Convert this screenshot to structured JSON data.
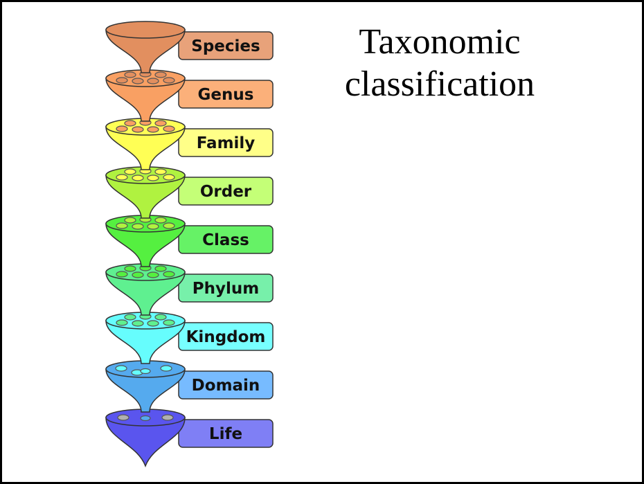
{
  "title": {
    "line1": "Taxonomic",
    "line2": "classification"
  },
  "ranks": [
    {
      "label": "Species",
      "color": "#e8a27a",
      "funnel_color": "#e28f5f",
      "holes": 0
    },
    {
      "label": "Genus",
      "color": "#fbb07a",
      "funnel_color": "#f9a063",
      "holes": 7
    },
    {
      "label": "Family",
      "color": "#ffff88",
      "funnel_color": "#ffff55",
      "holes": 7
    },
    {
      "label": "Order",
      "color": "#c4ff77",
      "funnel_color": "#b0f240",
      "holes": 7
    },
    {
      "label": "Class",
      "color": "#66f266",
      "funnel_color": "#55f040",
      "holes": 7
    },
    {
      "label": "Phylum",
      "color": "#77f0aa",
      "funnel_color": "#5ff090",
      "holes": 7
    },
    {
      "label": "Kingdom",
      "color": "#77ffff",
      "funnel_color": "#66fdfd",
      "holes": 7
    },
    {
      "label": "Domain",
      "color": "#77bbff",
      "funnel_color": "#55aaee",
      "holes": 3
    },
    {
      "label": "Life",
      "color": "#7f7ff5",
      "funnel_color": "#5a55ee",
      "holes": 2
    }
  ]
}
